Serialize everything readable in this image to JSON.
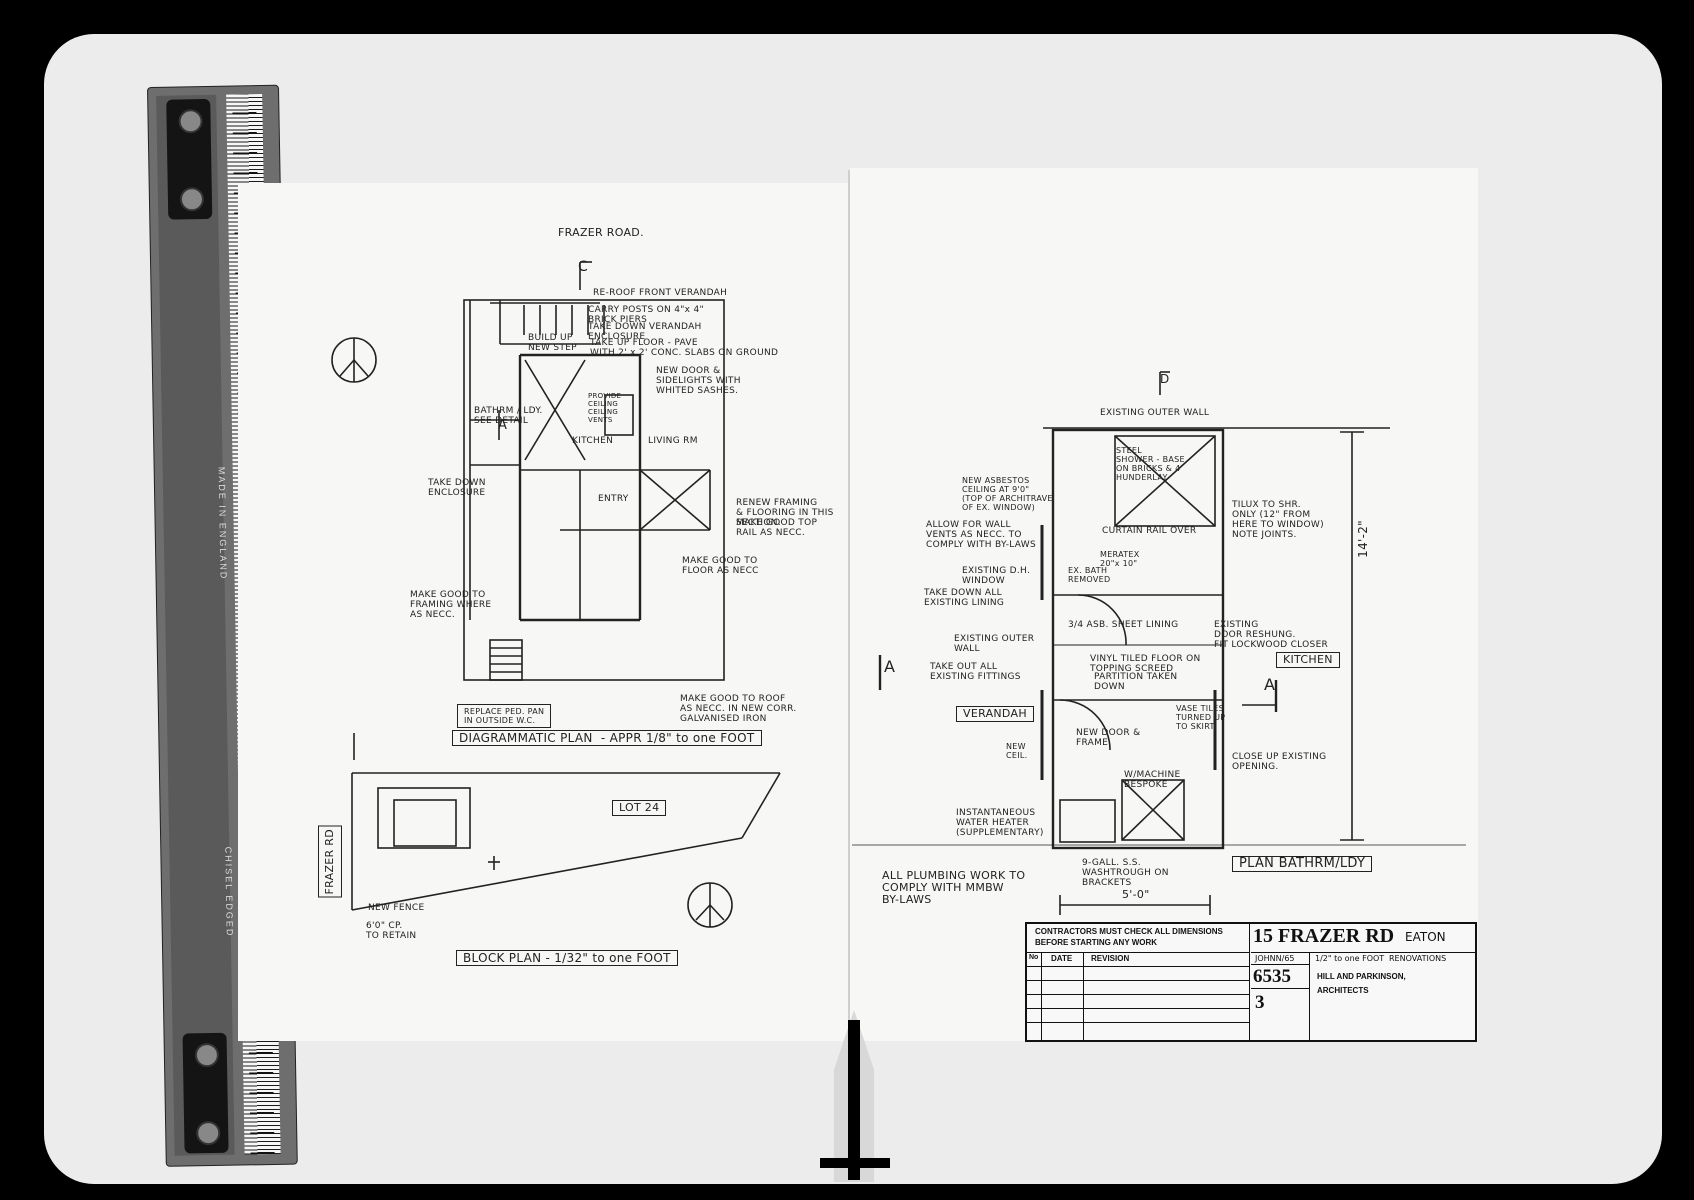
{
  "ruler": {
    "label_top": "MADE IN ENGLAND",
    "label_bottom": "CHISEL EDGED"
  },
  "left_sheet": {
    "street": "FRAZER ROAD.",
    "section_mark": "C",
    "notes": {
      "reroof": "RE-ROOF FRONT VERANDAH",
      "carry_posts": "CARRY POSTS ON 4\"x 4\"\nBRICK PIERS",
      "take_down_verandah": "TAKE DOWN VERANDAH\nENCLOSURE",
      "build_up": "BUILD UP\nNEW STEP",
      "take_up_floor": "TAKE UP FLOOR - PAVE\nWITH 2' x 2' CONC. SLABS ON GROUND",
      "new_door": "NEW DOOR &\nSIDELIGHTS WITH\nWHITED SASHES.",
      "provide_ceiling": "PROVIDE\nCEILING\nCEILING\nVENTS",
      "bathrm": "BATHRM / LDY.\nSEE DETAIL",
      "kitchen": "KITCHEN",
      "living": "LIVING RM",
      "take_down_enclosure": "TAKE DOWN\nENCLOSURE",
      "entry": "ENTRY",
      "renew_framing": "RENEW FRAMING\n& FLOORING IN THIS\nSECTION.",
      "make_good_top": "MAKE GOOD TOP\nRAIL AS NECC.",
      "make_good_floor": "MAKE GOOD TO\nFLOOR AS NECC",
      "make_good_framing": "MAKE GOOD TO\nFRAMING WHERE\nAS NECC.",
      "replace_pan": "REPLACE PED. PAN\nIN OUTSIDE W.C.",
      "make_good_roof": "MAKE GOOD TO ROOF\nAS NECC. IN NEW CORR.\nGALVANISED IRON",
      "new_fence": "NEW FENCE",
      "fence_detail": "6'0\" CP.\nTO RETAIN",
      "frazer_rd": "FRAZER RD",
      "lot": "LOT 24"
    },
    "section_label": "A",
    "diagrammatic_plan": "DIAGRAMMATIC PLAN  - APPR 1/8\" to one FOOT",
    "block_plan": "BLOCK PLAN - 1/32\" to one FOOT"
  },
  "right_sheet": {
    "section_mark": "D",
    "notes": {
      "existing_outer_wall": "EXISTING OUTER WALL",
      "new_asbestos": "NEW ASBESTOS\nCEILING AT 9'0\"\n(TOP OF ARCHITRAVE\nOF EX. WINDOW)",
      "steel_shower": "STEEL\nSHOWER - BASE\nON BRICKS & 4\nHUNDERLAY",
      "allow_vents": "ALLOW FOR WALL\nVENTS AS NECC. TO\nCOMPLY WITH BY-LAWS",
      "curtain_rail": "CURTAIN RAIL OVER",
      "tilux": "TILUX TO SHR.\nONLY (12\" FROM\nHERE TO WINDOW)\nNOTE JOINTS.",
      "existing_dh": "EXISTING D.H.\nWINDOW",
      "ex_bath": "EX. BATH\nREMOVED",
      "take_down_lining": "TAKE DOWN ALL\nEXISTING LINING",
      "sheet_lining": "3/4 ASB. SHEET LINING",
      "existing_door": "EXISTING\nDOOR RESHUNG.\nFIT LOCKWOOD CLOSER",
      "existing_outer_wall2": "EXISTING OUTER\nWALL",
      "take_out": "TAKE OUT ALL\nEXISTING FITTINGS",
      "vinyl": "VINYL TILED FLOOR ON\nTOPPING SCREED",
      "partition": "PARTITION TAKEN\nDOWN",
      "kitchen": "KITCHEN",
      "verandah": "VERANDAH",
      "new_door_frame": "NEW DOOR &\nFRAME",
      "vase_tiles": "VASE TILES\nTURNED UP\nTO SKIRT",
      "new_ceil": "NEW\nCEIL.",
      "close_up": "CLOSE UP EXISTING\nOPENING.",
      "wmachine": "W/MACHINE\nBESPOKE",
      "instantaneous": "INSTANTANEOUS\nWATER HEATER\n(SUPPLEMENTARY)",
      "trough": "9-GALL. S.S.\nWASHTROUGH ON\nBRACKETS",
      "plumbing": "ALL PLUMBING WORK TO\nCOMPLY WITH MMBW\nBY-LAWS",
      "dim_height": "14'-2\"",
      "dim_width": "5'-0\"",
      "meratex": "MERATEX\n20\"x 10\""
    },
    "section_label": "A",
    "plan_title": "PLAN BATHRM/LDY"
  },
  "title_block": {
    "warning": "CONTRACTORS MUST CHECK ALL DIMENSIONS\nBEFORE STARTING ANY WORK",
    "col_no": "No",
    "col_date": "DATE",
    "col_revision": "REVISION",
    "project": "15 FRAZER RD",
    "suburb": "EATON",
    "scale": "1/2\" to one FOOT",
    "description": "RENOVATIONS",
    "drawn": "JOHNN/65",
    "job_no": "6535",
    "sheet_no": "3",
    "firm": "HILL AND PARKINSON,\nARCHITECTS"
  }
}
